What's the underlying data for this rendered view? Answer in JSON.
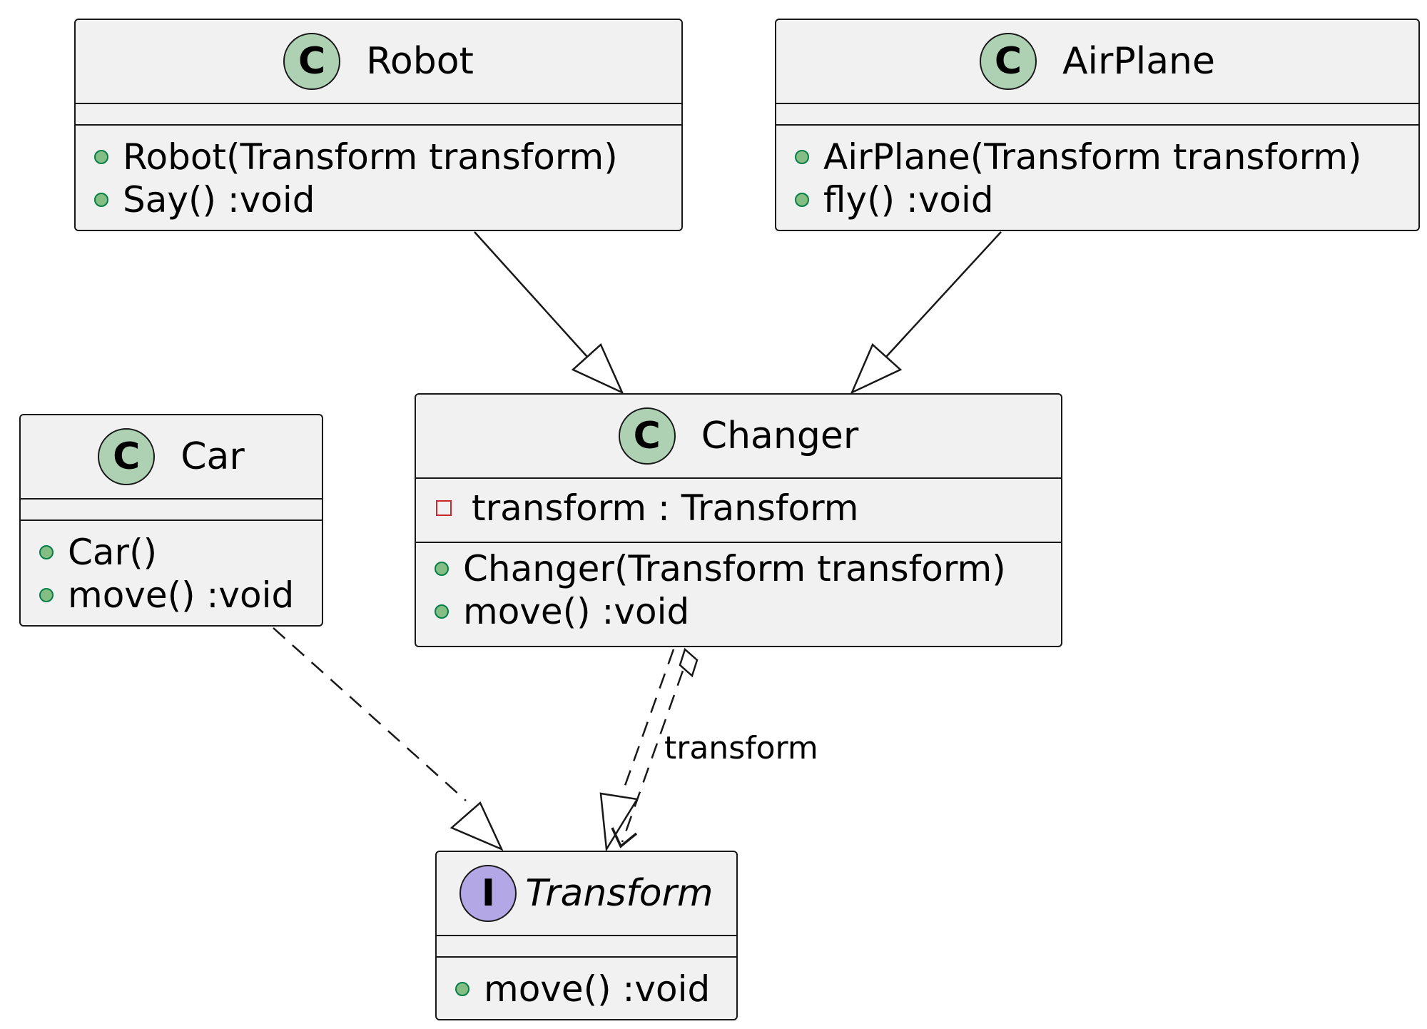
{
  "classes": {
    "robot": {
      "stereotype": "C",
      "name": "Robot",
      "fields": [],
      "methods": [
        "Robot(Transform transform)",
        "Say() :void"
      ]
    },
    "airplane": {
      "stereotype": "C",
      "name": "AirPlane",
      "fields": [],
      "methods": [
        "AirPlane(Transform transform)",
        "fly() :void"
      ]
    },
    "car": {
      "stereotype": "C",
      "name": "Car",
      "fields": [],
      "methods": [
        "Car()",
        "move() :void"
      ]
    },
    "changer": {
      "stereotype": "C",
      "name": "Changer",
      "fields": [
        "transform : Transform"
      ],
      "methods": [
        "Changer(Transform transform)",
        "move() :void"
      ]
    },
    "transform": {
      "stereotype": "I",
      "name": "Transform",
      "fields": [],
      "methods": [
        "move() :void"
      ]
    }
  },
  "relations": [
    {
      "from": "Robot",
      "to": "Changer",
      "kind": "inheritance"
    },
    {
      "from": "AirPlane",
      "to": "Changer",
      "kind": "inheritance"
    },
    {
      "from": "Car",
      "to": "Transform",
      "kind": "realization"
    },
    {
      "from": "Changer",
      "to": "Transform",
      "kind": "realization"
    },
    {
      "from": "Changer",
      "to": "Transform",
      "kind": "aggregation",
      "label": "transform"
    }
  ],
  "colors": {
    "class_fill": "#f1f1f1",
    "border": "#181818",
    "class_stereotype": "#add1b2",
    "interface_stereotype": "#b4a7e5",
    "public_marker": "#84be84",
    "private_marker": "#c82930"
  }
}
